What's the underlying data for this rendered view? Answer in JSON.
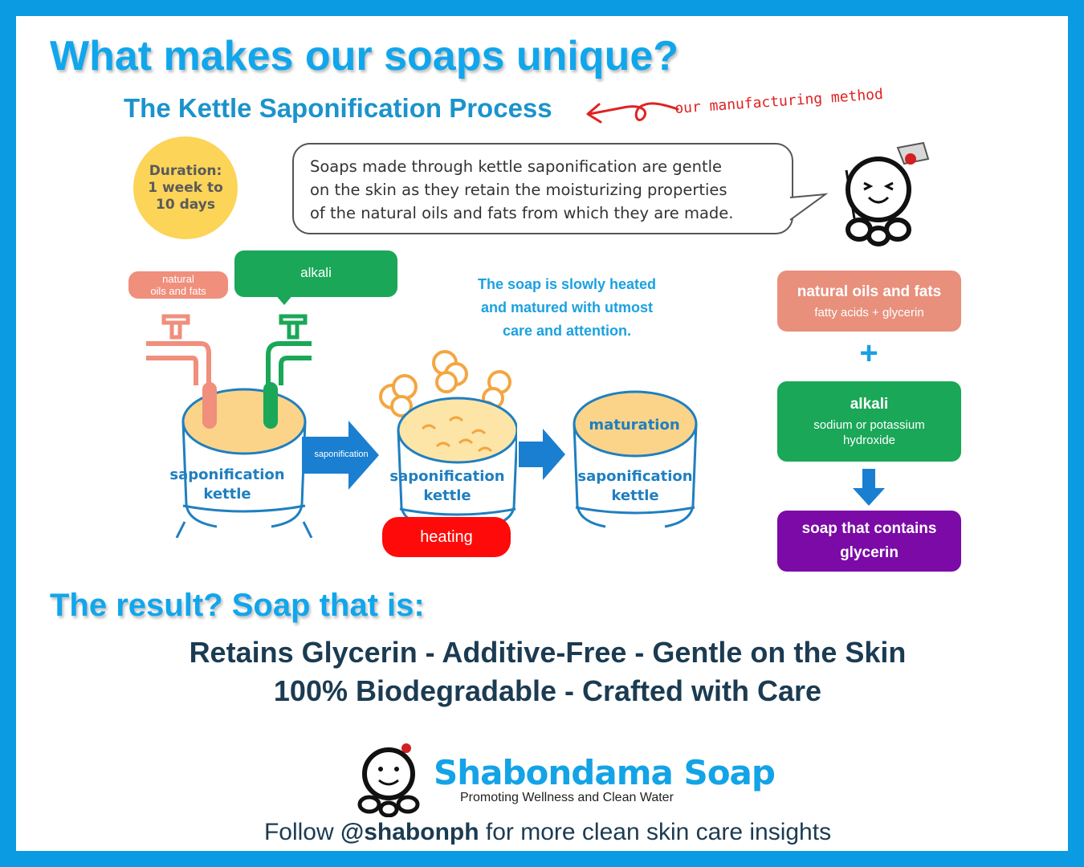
{
  "header": {
    "title": "What makes our soaps unique?",
    "subtitle": "The Kettle Saponification Process",
    "note": "our manufacturing method"
  },
  "duration": {
    "label": "Duration:",
    "line1": "1 week to",
    "line2": "10 days"
  },
  "speech": {
    "line1": "Soaps made through kettle saponification are gentle",
    "line2": "on the skin as they retain the moisturizing properties",
    "line3": "of the natural oils and fats from which they are made."
  },
  "process": {
    "tap_oils_line1": "natural",
    "tap_oils_line2": "oils and fats",
    "tap_alkali": "alkali",
    "arrow1_label": "saponification",
    "heated_line1": "The soap is slowly heated",
    "heated_line2": "and matured with utmost",
    "heated_line3": "care and attention.",
    "kettle_line1": "saponification",
    "kettle_line2": "kettle",
    "heating": "heating",
    "maturation": "maturation",
    "colors": {
      "oils": "#e8907c",
      "alkali": "#1aa757",
      "heating": "#ff0a0a",
      "soap": "#7b0aa6",
      "kettle": "#1f7fc0",
      "liquid": "#fbd489"
    }
  },
  "formula": {
    "oils_title": "natural oils and fats",
    "oils_sub": "fatty acids + glycerin",
    "plus": "+",
    "alkali_title": "alkali",
    "alkali_sub1": "sodium or potassium",
    "alkali_sub2": "hydroxide",
    "result_line1": "soap that contains",
    "result_line2": "glycerin"
  },
  "results": {
    "heading": "The result? Soap that is:",
    "line1": "Retains Glycerin - Additive-Free - Gentle on the Skin",
    "line2": "100% Biodegradable - Crafted with Care"
  },
  "footer": {
    "brand": "Shabondama Soap",
    "tagline": "Promoting Wellness and Clean Water",
    "follow_prefix": "Follow ",
    "handle": "@shabonph",
    "follow_suffix": " for more clean skin care insights",
    "icon": "mascot-icon"
  }
}
